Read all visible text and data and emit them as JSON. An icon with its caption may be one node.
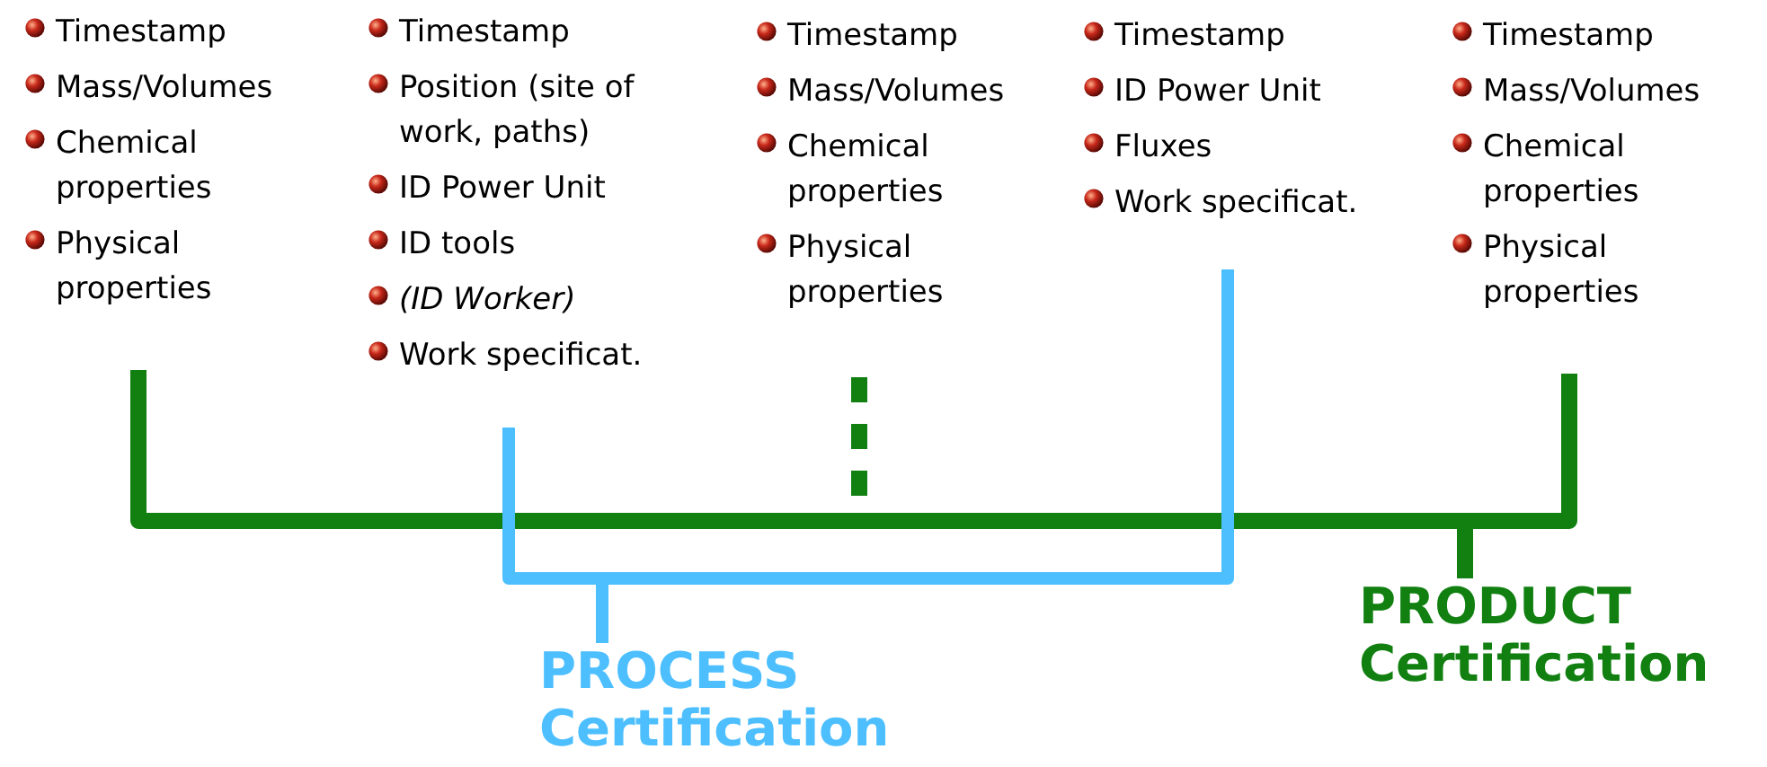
{
  "diagram": {
    "nodes": [
      {
        "text": [
          "Timestamp",
          "Mass/Volumes",
          "Chemical properties",
          "Physical properties"
        ]
      },
      {
        "text": [
          "Timestamp",
          "Position (site of work, paths)",
          "ID Power Unit",
          "ID tools",
          "*(ID Worker)*",
          "Work specificat."
        ]
      },
      {
        "text": [
          "Timestamp",
          "Mass/Volumes",
          "Chemical properties",
          "Physical properties"
        ]
      },
      {
        "text": [
          "Timestamp",
          "ID Power Unit",
          "Fluxes",
          "Work specificat."
        ]
      },
      {
        "text": [
          "Timestamp",
          "Mass/Volumes",
          "Chemical properties",
          "Physical properties"
        ]
      },
      {
        "text": [
          "PROCESS Certification"
        ]
      },
      {
        "text": [
          "PRODUCT Certification"
        ]
      }
    ],
    "edges": [
      {
        "from": 0,
        "to": 6,
        "arrow": "none"
      },
      {
        "from": 2,
        "to": 6,
        "arrow": "none",
        "style": "dashed"
      },
      {
        "from": 4,
        "to": 6,
        "arrow": "none"
      },
      {
        "from": 1,
        "to": 5,
        "arrow": "none",
        "color": "#4dbfff"
      },
      {
        "from": 3,
        "to": 5,
        "arrow": "none",
        "color": "#4dbfff"
      }
    ]
  }
}
